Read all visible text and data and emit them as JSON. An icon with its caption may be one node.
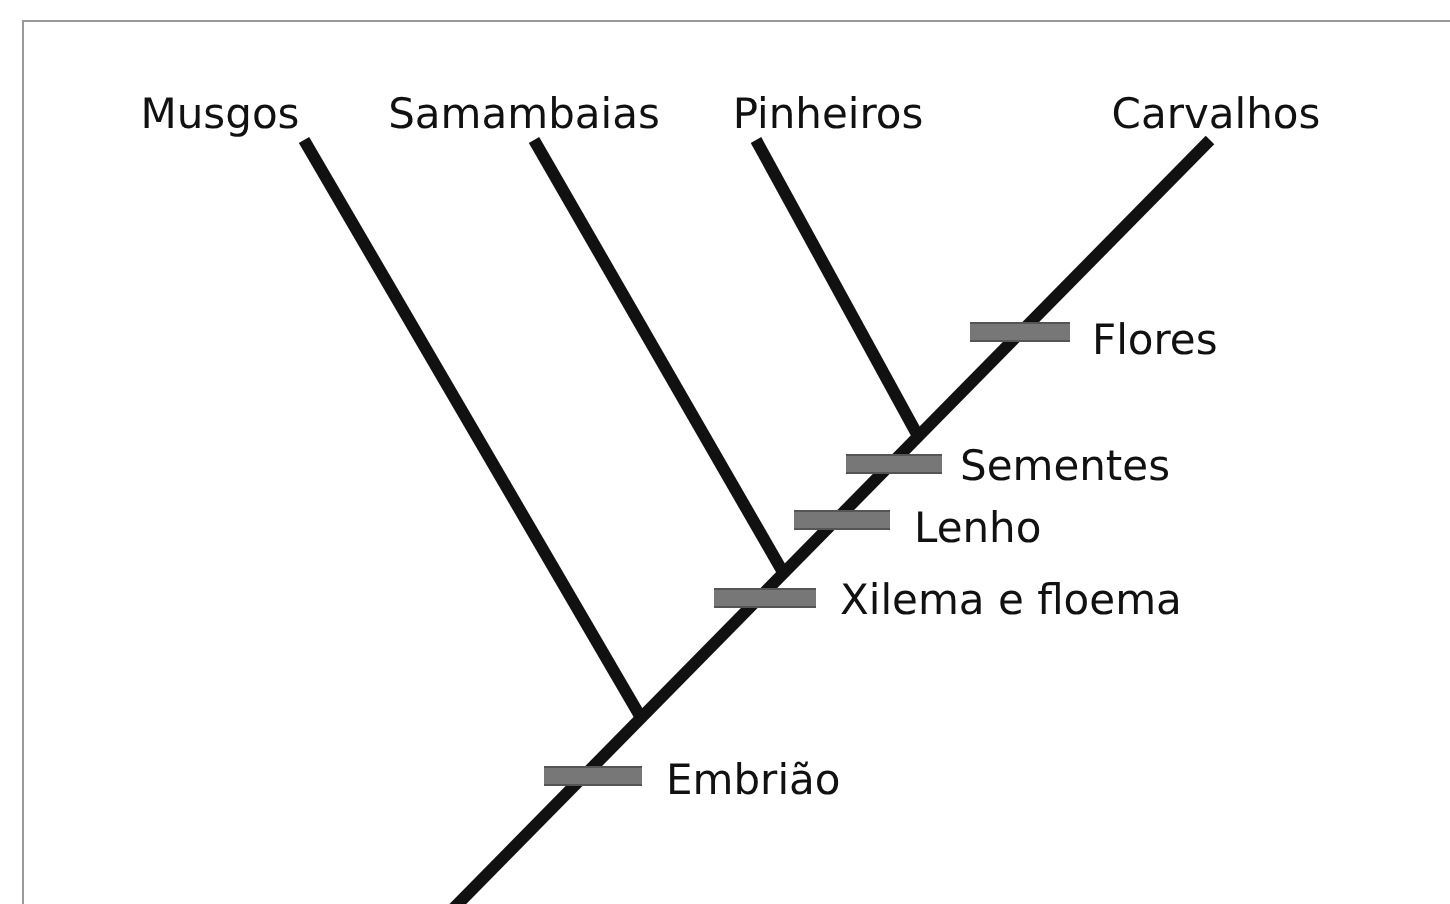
{
  "diagram": {
    "nodes": [
      {
        "text": [
          "Musgos"
        ]
      },
      {
        "text": [
          "Samambaias"
        ]
      },
      {
        "text": [
          "Pinheiros"
        ]
      },
      {
        "text": [
          "Carvalhos"
        ]
      },
      {
        "text": [
          "Embrião"
        ]
      },
      {
        "text": [
          "Xilema e floema"
        ]
      },
      {
        "text": [
          "Lenho"
        ]
      },
      {
        "text": [
          "Sementes"
        ]
      },
      {
        "text": [
          "Flores"
        ]
      }
    ],
    "edges": [
      {
        "from": null,
        "to": 3,
        "arrow": "none"
      },
      {
        "from": null,
        "to": 0,
        "arrow": "none"
      },
      {
        "from": null,
        "to": 1,
        "arrow": "none"
      },
      {
        "from": null,
        "to": 2,
        "arrow": "none"
      }
    ]
  }
}
